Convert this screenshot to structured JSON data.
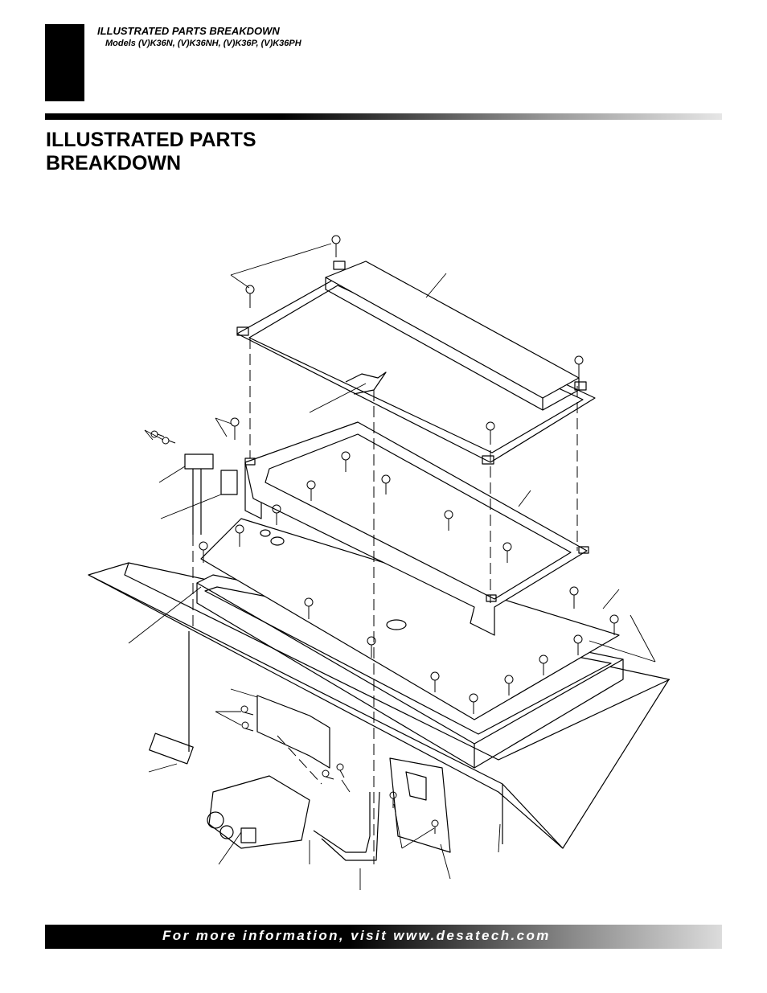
{
  "header": {
    "section_label": "ILLUSTRATED PARTS BREAKDOWN",
    "models": "Models (V)K36N, (V)K36NH, (V)K36P, (V)K36PH"
  },
  "page_title_lines": [
    "ILLUSTRATED PARTS",
    "BREAKDOWN"
  ],
  "footer": {
    "text": "For more information, visit www.desatech.com"
  }
}
